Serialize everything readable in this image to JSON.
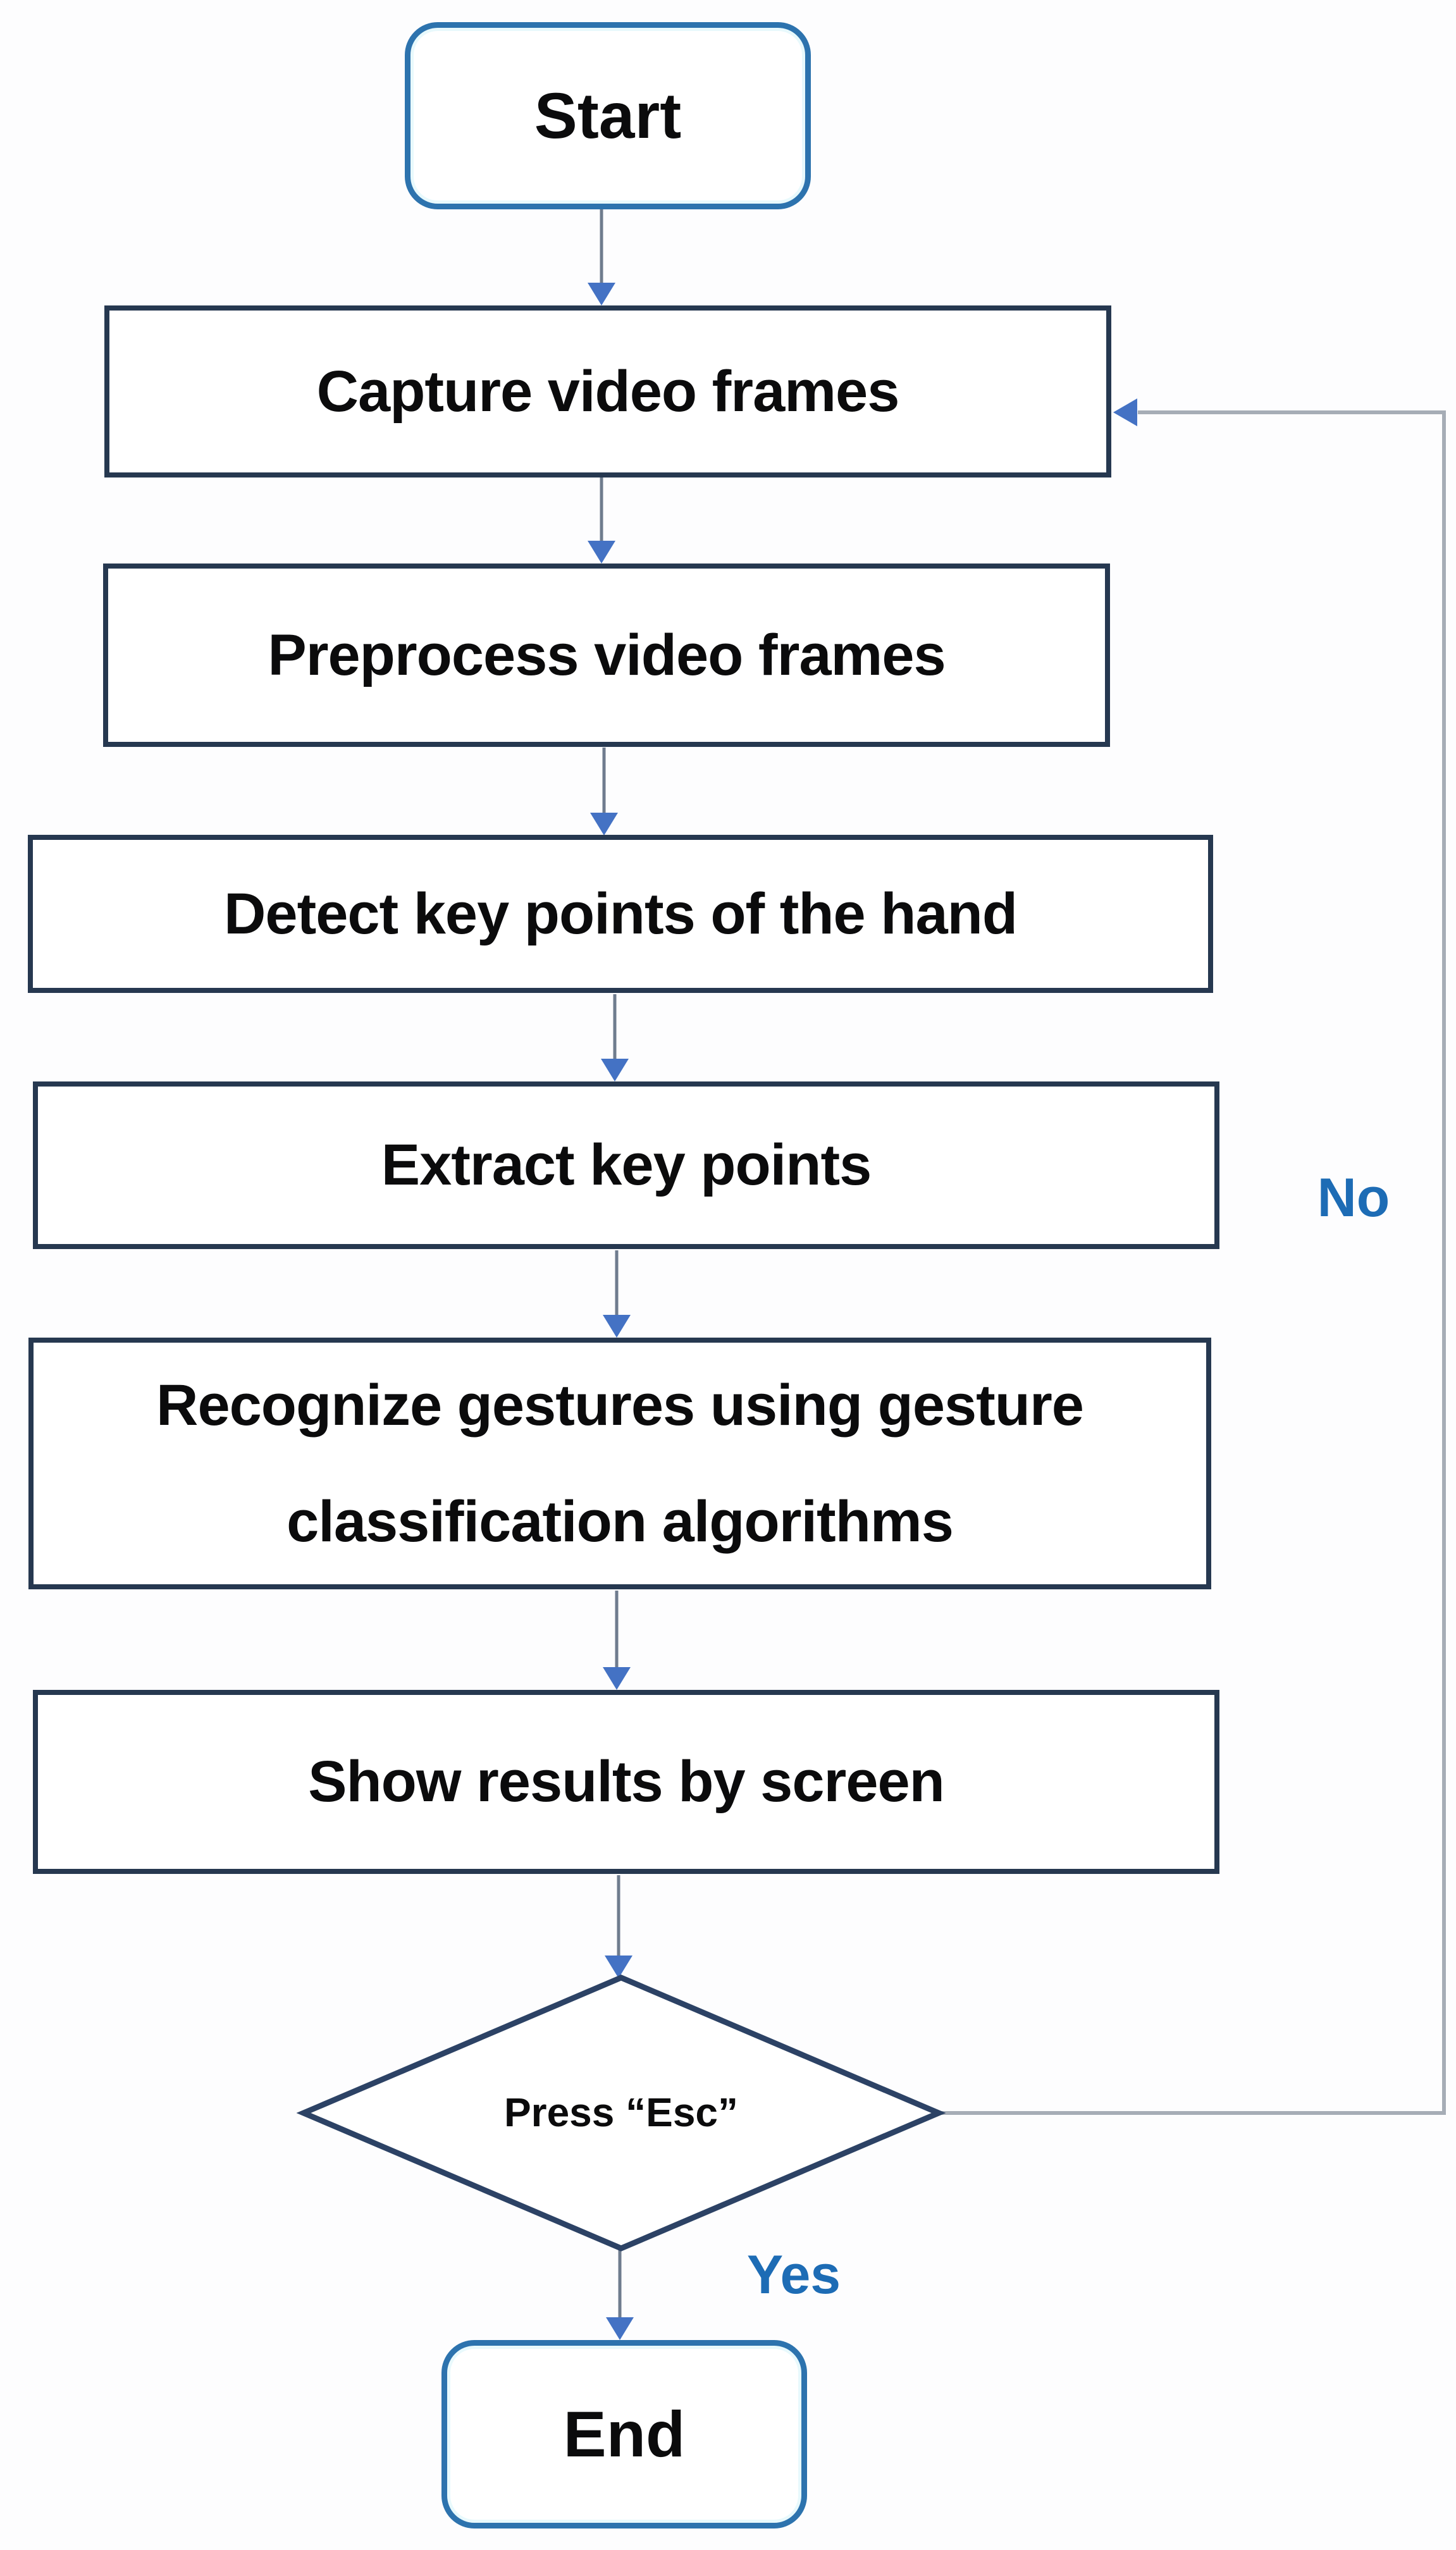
{
  "nodes": {
    "start": {
      "label": "Start"
    },
    "capture": {
      "label": "Capture video frames"
    },
    "preprocess": {
      "label": "Preprocess video frames"
    },
    "detect": {
      "label": "Detect key points of the hand"
    },
    "extract": {
      "label": "Extract key points"
    },
    "recognize": {
      "label_line1": "Recognize gestures using gesture",
      "label_line2": "classification algorithms"
    },
    "show": {
      "label": "Show results by screen"
    },
    "decision": {
      "label": "Press “Esc”"
    },
    "end": {
      "label": "End"
    }
  },
  "edges": {
    "no_label": "No",
    "yes_label": "Yes"
  },
  "colors": {
    "terminator_border": "#2d73ae",
    "process_border": "#263850",
    "decision_border": "#2c4265",
    "connector_stem": "#6f7c8e",
    "arrowhead": "#4472c4",
    "loop_line": "#a6adb6",
    "label_text": "#1d6cb5",
    "node_text": "#0b0b0c",
    "canvas_bg": "#fdfdfe"
  }
}
